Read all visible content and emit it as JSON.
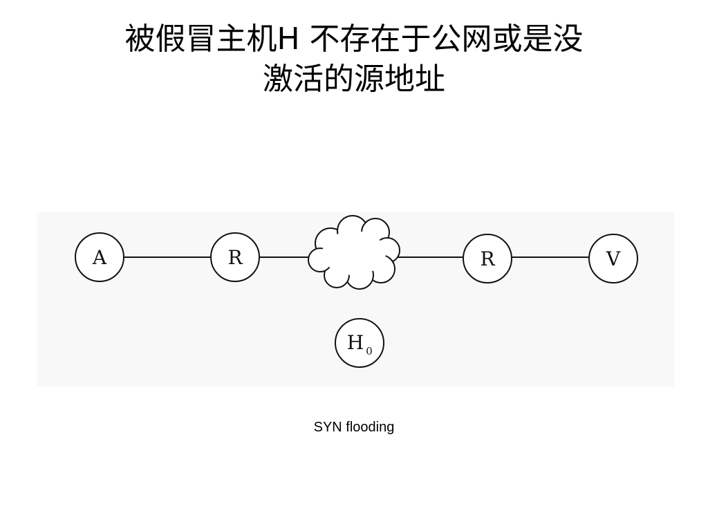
{
  "title": {
    "line1": "被假冒主机H 不存在于公网或是没",
    "line2": "激活的源地址"
  },
  "diagram": {
    "nodes": {
      "attacker": "A",
      "router_left": "R",
      "router_right": "R",
      "victim": "V",
      "spoofed_host": "H",
      "spoofed_host_subscript": "0"
    },
    "cloud_icon": "internet-cloud-icon"
  },
  "caption": "SYN flooding"
}
